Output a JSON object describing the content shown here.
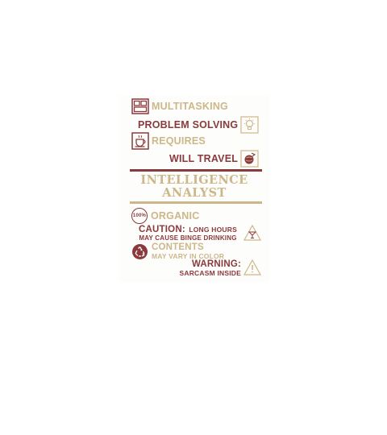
{
  "design": {
    "line1": "MULTITASKING",
    "line2": "PROBLEM SOLVING",
    "line3": "REQUIRES",
    "line4": "WILL TRAVEL",
    "title_line1": "INTELLIGENCE",
    "title_line2": "ANALYST",
    "organic_badge": "100%",
    "organic": "ORGANIC",
    "caution_lead": "CAUTION:",
    "caution_rest": "LONG HOURS",
    "caution_line2": "MAY CAUSE BINGE DRINKING",
    "contents_line1": "CONTENTS",
    "contents_line2": "MAY VARY IN COLOR",
    "warning_line1": "WARNING:",
    "warning_line2": "SARCASM INSIDE",
    "icons": [
      "microwave-icon",
      "lightbulb-icon",
      "coffee-cup-icon",
      "globe-icon",
      "organic-badge-icon",
      "martini-icon",
      "recycle-icon",
      "warning-triangle-icon"
    ],
    "colors": {
      "maroon": "#8a3a3c",
      "gold": "#cdb789"
    }
  }
}
